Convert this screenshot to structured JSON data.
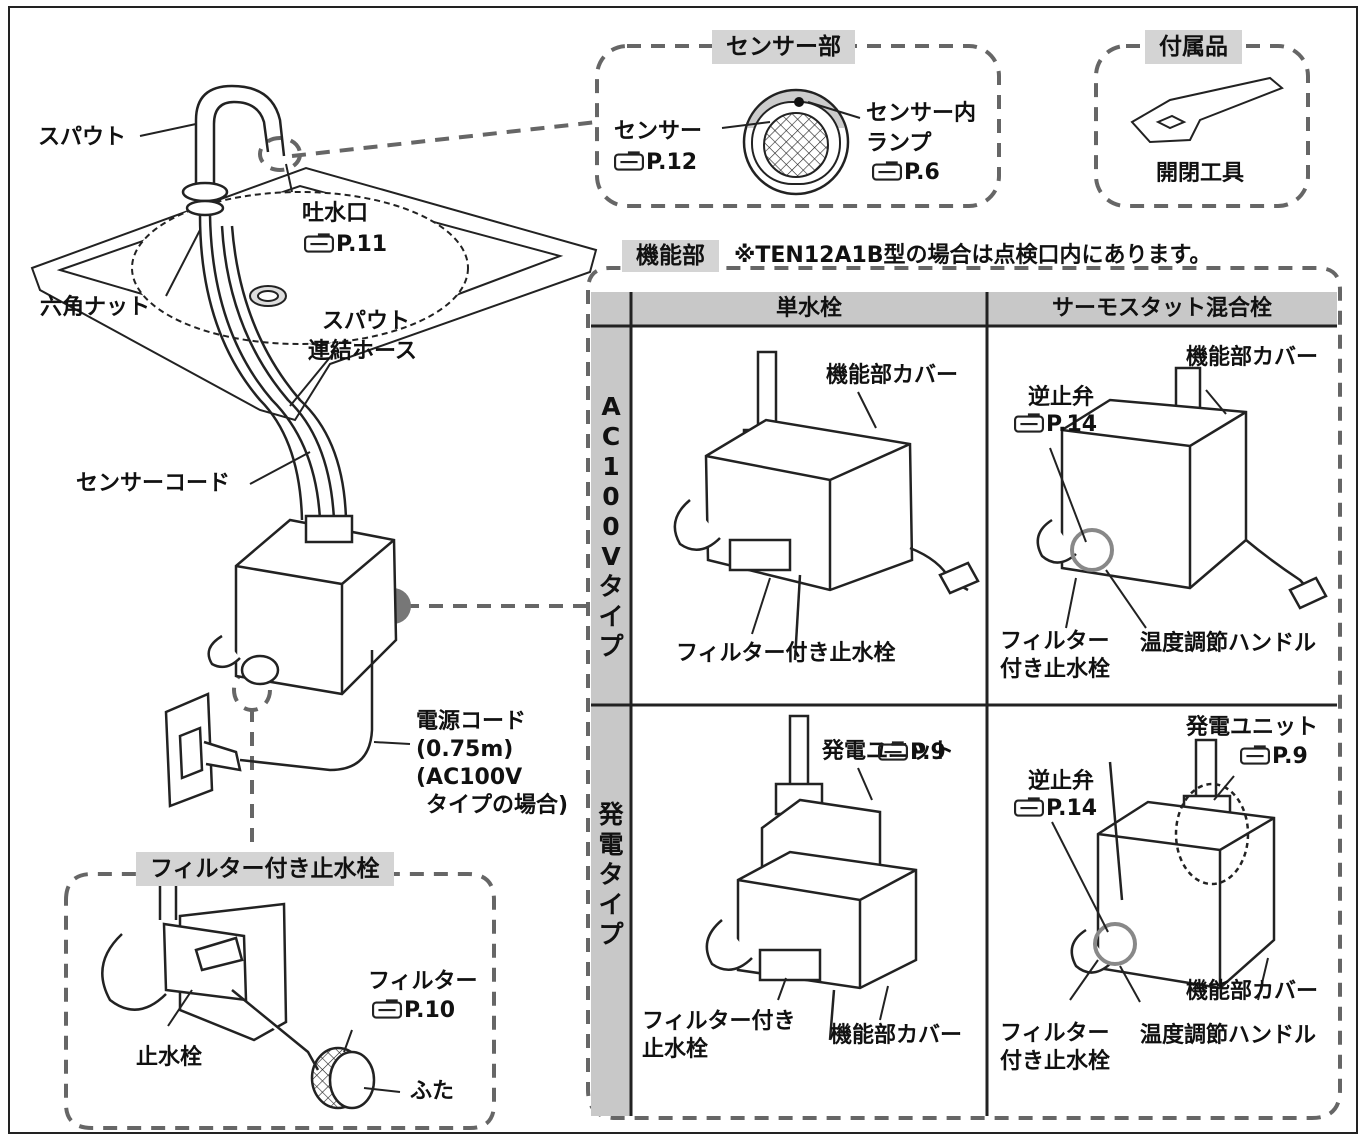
{
  "sensor_box": {
    "title": "センサー部",
    "sensor_label": "センサー",
    "sensor_ref": "P.12",
    "lamp_label_1": "センサー内",
    "lamp_label_2": "ランプ",
    "lamp_ref": "P.6"
  },
  "accessory_box": {
    "title": "付属品",
    "tool_label": "開閉工具"
  },
  "main": {
    "spout": "スパウト",
    "outlet": "吐水口",
    "outlet_ref": "P.11",
    "hex_nut": "六角ナット",
    "hose_1": "スパウト",
    "hose_2": "連結ホース",
    "sensor_cord": "センサーコード",
    "power_cord_1": "電源コード",
    "power_cord_2": "(0.75m)",
    "power_cord_3": "(AC100V",
    "power_cord_4": "タイプの場合)"
  },
  "function_section": {
    "title": "機能部",
    "note": "※TEN12A1B型の場合は点検口内にあります。",
    "col_single": "単水栓",
    "col_thermo": "サーモスタット混合栓",
    "row_ac": "AC100Vタイプ",
    "row_gen": "発電タイプ",
    "cover": "機能部カバー",
    "filter_valve": "フィルター付き止水栓",
    "filter_valve_1": "フィルター",
    "filter_valve_2": "付き止水栓",
    "filter_valve_gen_1": "フィルター付き",
    "filter_valve_gen_2": "止水栓",
    "check_valve": "逆止弁",
    "check_valve_ref": "P.14",
    "temp_handle": "温度調節ハンドル",
    "generator": "発電ユニット",
    "generator_ref": "P.9"
  },
  "filter_box": {
    "title": "フィルター付き止水栓",
    "stop_valve": "止水栓",
    "filter": "フィルター",
    "filter_ref": "P.10",
    "lid": "ふた"
  }
}
